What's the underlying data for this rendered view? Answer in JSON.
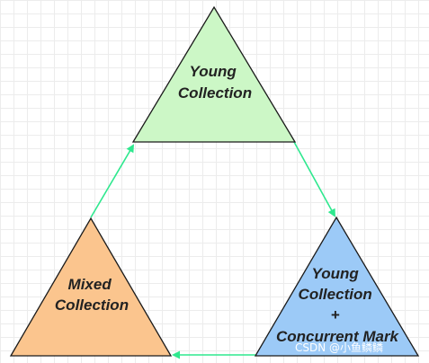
{
  "nodes": {
    "young": {
      "lines": [
        "Young",
        "Collection"
      ],
      "fill": "#ccf7c6",
      "stroke": "#1a1a1a"
    },
    "concurrent": {
      "lines": [
        "Young",
        "Collection",
        "+",
        "Concurrent Mark"
      ],
      "fill": "#9ccaf7",
      "stroke": "#1a1a1a"
    },
    "mixed": {
      "lines": [
        "Mixed",
        "Collection"
      ],
      "fill": "#fbc58e",
      "stroke": "#1a1a1a"
    }
  },
  "arrow_color": "#2ee88e",
  "watermark": "CSDN @小鱼鳞鳞"
}
